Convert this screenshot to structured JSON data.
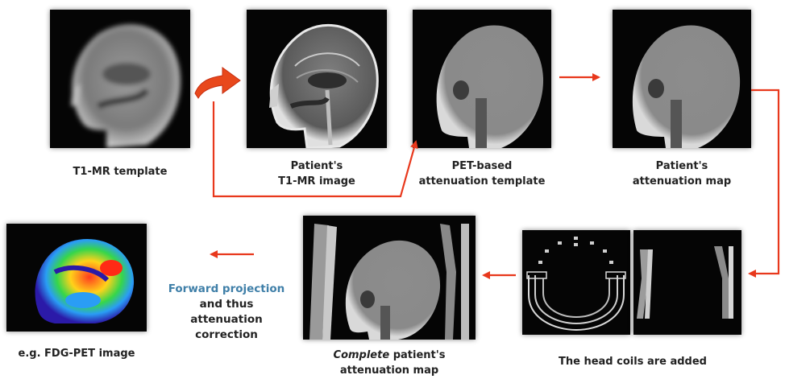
{
  "top_row": [
    {
      "id": "t1-template",
      "caption_lines": [
        "T1-MR template"
      ]
    },
    {
      "id": "patient-t1",
      "caption_lines": [
        "Patient's",
        "T1-MR image"
      ]
    },
    {
      "id": "pet-template",
      "caption_lines": [
        "PET-based",
        "attenuation template"
      ]
    },
    {
      "id": "patient-atten",
      "caption_lines": [
        "Patient's",
        "attenuation map"
      ]
    }
  ],
  "bottom_row": {
    "fdg_caption": "e.g. FDG-PET image",
    "projection": {
      "title": "Forward projection",
      "lines": [
        "and thus",
        "attenuation",
        "correction"
      ]
    },
    "complete_map": {
      "emphasis": "Complete",
      "rest": " patient's",
      "line2": "attenuation map"
    },
    "head_coils_caption": "The head coils are added"
  },
  "colors": {
    "arrow": "#e8381c",
    "projection_title": "#3f7fa8",
    "caption": "#222222",
    "panel": "#050505"
  }
}
